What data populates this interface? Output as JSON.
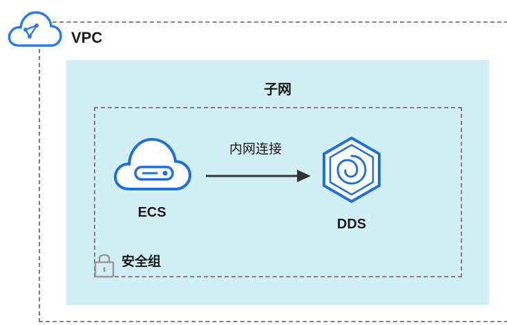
{
  "vpc": {
    "label": "VPC",
    "icon": "cloud-vpc-icon"
  },
  "subnet": {
    "label": "子网"
  },
  "security_group": {
    "label": "安全组",
    "icon": "lock-icon"
  },
  "ecs": {
    "label": "ECS",
    "icon": "ecs-cloud-icon"
  },
  "connection": {
    "label": "内网连接",
    "icon": "arrow-right-icon"
  },
  "dds": {
    "label": "DDS",
    "icon": "dds-hexagon-icon"
  },
  "colors": {
    "icon_blue": "#1e6fd9",
    "subnet_fill": "#d3eff6",
    "border_gray": "#808080",
    "arrow": "#333333"
  }
}
